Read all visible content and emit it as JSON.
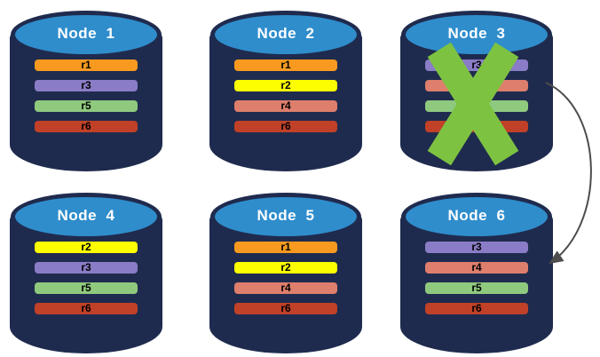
{
  "diagram": {
    "background": "#FFFFFF",
    "cylinder_body_color": "#1F2B4E",
    "cylinder_top_color": "#2F8DCC",
    "title_color": "#FFFFFF",
    "row_text_color": "#000000",
    "failure_x_color": "#7EC242",
    "arrow_color": "#4D4D4D"
  },
  "nodes": [
    {
      "title": "Node  1",
      "rows": [
        {
          "label": "r1",
          "color": "#F79A1F"
        },
        {
          "label": "r3",
          "color": "#8A7CC6"
        },
        {
          "label": "r5",
          "color": "#8FC97E"
        },
        {
          "label": "r6",
          "color": "#C04128"
        }
      ]
    },
    {
      "title": "Node  2",
      "rows": [
        {
          "label": "r1",
          "color": "#F79A1F"
        },
        {
          "label": "r2",
          "color": "#FDFF00"
        },
        {
          "label": "r4",
          "color": "#DE7E6C"
        },
        {
          "label": "r6",
          "color": "#C04128"
        }
      ]
    },
    {
      "title": "Node  3",
      "failed": true,
      "rows": [
        {
          "label": "r3",
          "color": "#8A7CC6"
        },
        {
          "label": "r4",
          "color": "#DE7E6C"
        },
        {
          "label": "r5",
          "color": "#8FC97E"
        },
        {
          "label": "r6",
          "color": "#C04128"
        }
      ]
    },
    {
      "title": "Node  4",
      "rows": [
        {
          "label": "r2",
          "color": "#FDFF00"
        },
        {
          "label": "r3",
          "color": "#8A7CC6"
        },
        {
          "label": "r5",
          "color": "#8FC97E"
        },
        {
          "label": "r6",
          "color": "#C04128"
        }
      ]
    },
    {
      "title": "Node  5",
      "rows": [
        {
          "label": "r1",
          "color": "#F79A1F"
        },
        {
          "label": "r2",
          "color": "#FDFF00"
        },
        {
          "label": "r4",
          "color": "#DE7E6C"
        },
        {
          "label": "r6",
          "color": "#C04128"
        }
      ]
    },
    {
      "title": "Node  6",
      "rows": [
        {
          "label": "r3",
          "color": "#8A7CC6"
        },
        {
          "label": "r4",
          "color": "#DE7E6C"
        },
        {
          "label": "r5",
          "color": "#8FC97E"
        },
        {
          "label": "r6",
          "color": "#C04128"
        }
      ]
    }
  ]
}
